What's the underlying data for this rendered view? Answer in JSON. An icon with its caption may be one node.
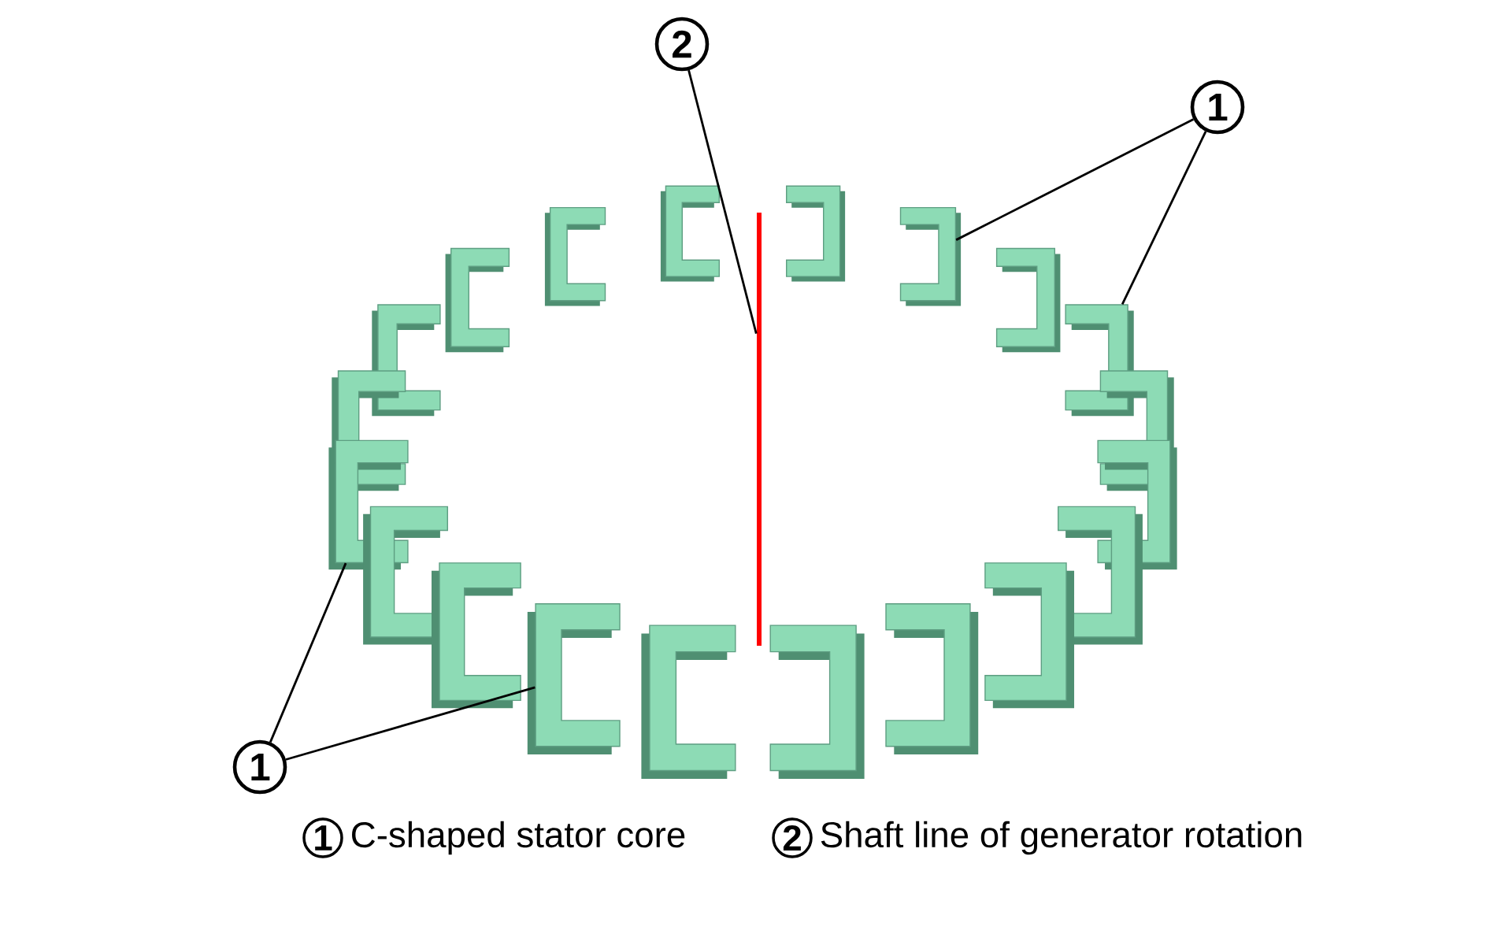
{
  "diagram": {
    "nodes": [
      {
        "text": [
          "2"
        ]
      },
      {
        "text": [
          "1"
        ]
      },
      {
        "text": [],
        "shape": "bar"
      },
      {
        "text": [],
        "shape": "box"
      },
      {
        "text": [],
        "shape": "box"
      },
      {
        "text": [],
        "shape": "box"
      },
      {
        "text": [],
        "shape": "box"
      },
      {
        "text": [],
        "shape": "box"
      },
      {
        "text": [],
        "shape": "box"
      },
      {
        "text": [],
        "shape": "box"
      },
      {
        "text": [],
        "shape": "box"
      },
      {
        "text": [],
        "shape": "box"
      },
      {
        "text": [],
        "shape": "box"
      },
      {
        "text": [],
        "shape": "box"
      },
      {
        "text": [],
        "shape": "box"
      },
      {
        "text": [],
        "shape": "box"
      },
      {
        "text": [],
        "shape": "box"
      },
      {
        "text": [],
        "shape": "box"
      },
      {
        "text": [],
        "shape": "box"
      },
      {
        "text": [],
        "shape": "box"
      },
      {
        "text": [],
        "shape": "box"
      },
      {
        "text": [],
        "shape": "box"
      },
      {
        "text": [],
        "shape": "box"
      },
      {
        "text": [
          "1"
        ]
      }
    ],
    "edges": [
      {
        "from": 0,
        "to": 2,
        "arrow": "none"
      },
      {
        "from": 1,
        "to": 15,
        "arrow": "none"
      },
      {
        "from": 1,
        "to": 19,
        "arrow": "none"
      },
      {
        "from": 23,
        "to": 4,
        "arrow": "none"
      },
      {
        "from": 23,
        "to": 10,
        "arrow": "none"
      }
    ],
    "labels": [
      "1",
      "C-shaped stator core",
      "2",
      "Shaft line of generator rotation"
    ]
  }
}
